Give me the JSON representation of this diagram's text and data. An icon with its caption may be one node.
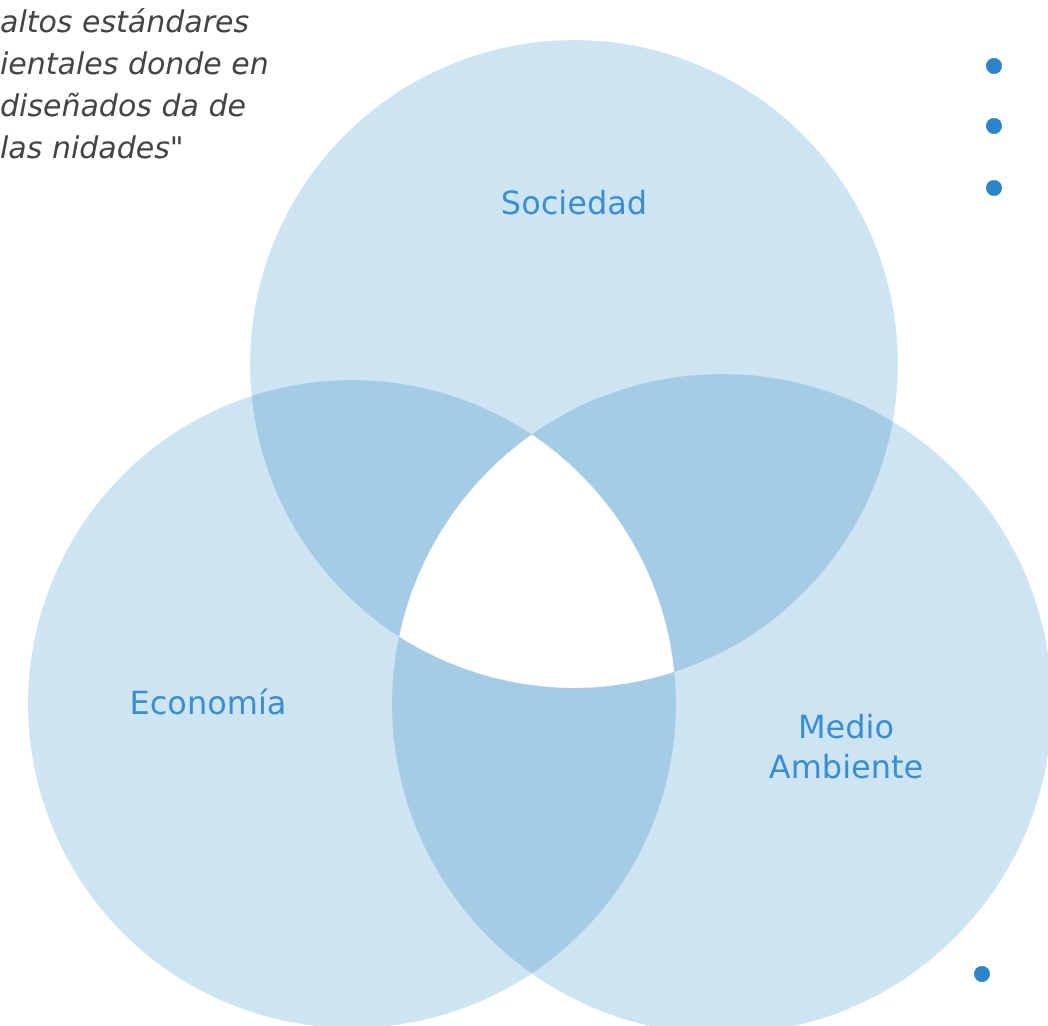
{
  "diagram": {
    "nodes": [
      {
        "text": [
          "Sociedad"
        ]
      },
      {
        "text": [
          "Economía"
        ]
      },
      {
        "text": [
          "Medio Ambiente"
        ]
      }
    ],
    "labels": [
      "altos estándares ientales donde en diseñados da de las nidades\""
    ]
  }
}
